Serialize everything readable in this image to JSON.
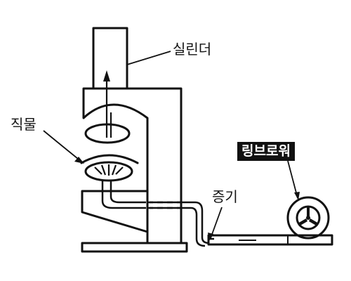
{
  "labels": {
    "cylinder": "실린더",
    "fabric": "직물",
    "ring_blower": "링브로워",
    "steam": "증기"
  },
  "colors": {
    "ink": "#111111",
    "label_box_bg": "#111111",
    "label_box_text": "#ffffff"
  }
}
